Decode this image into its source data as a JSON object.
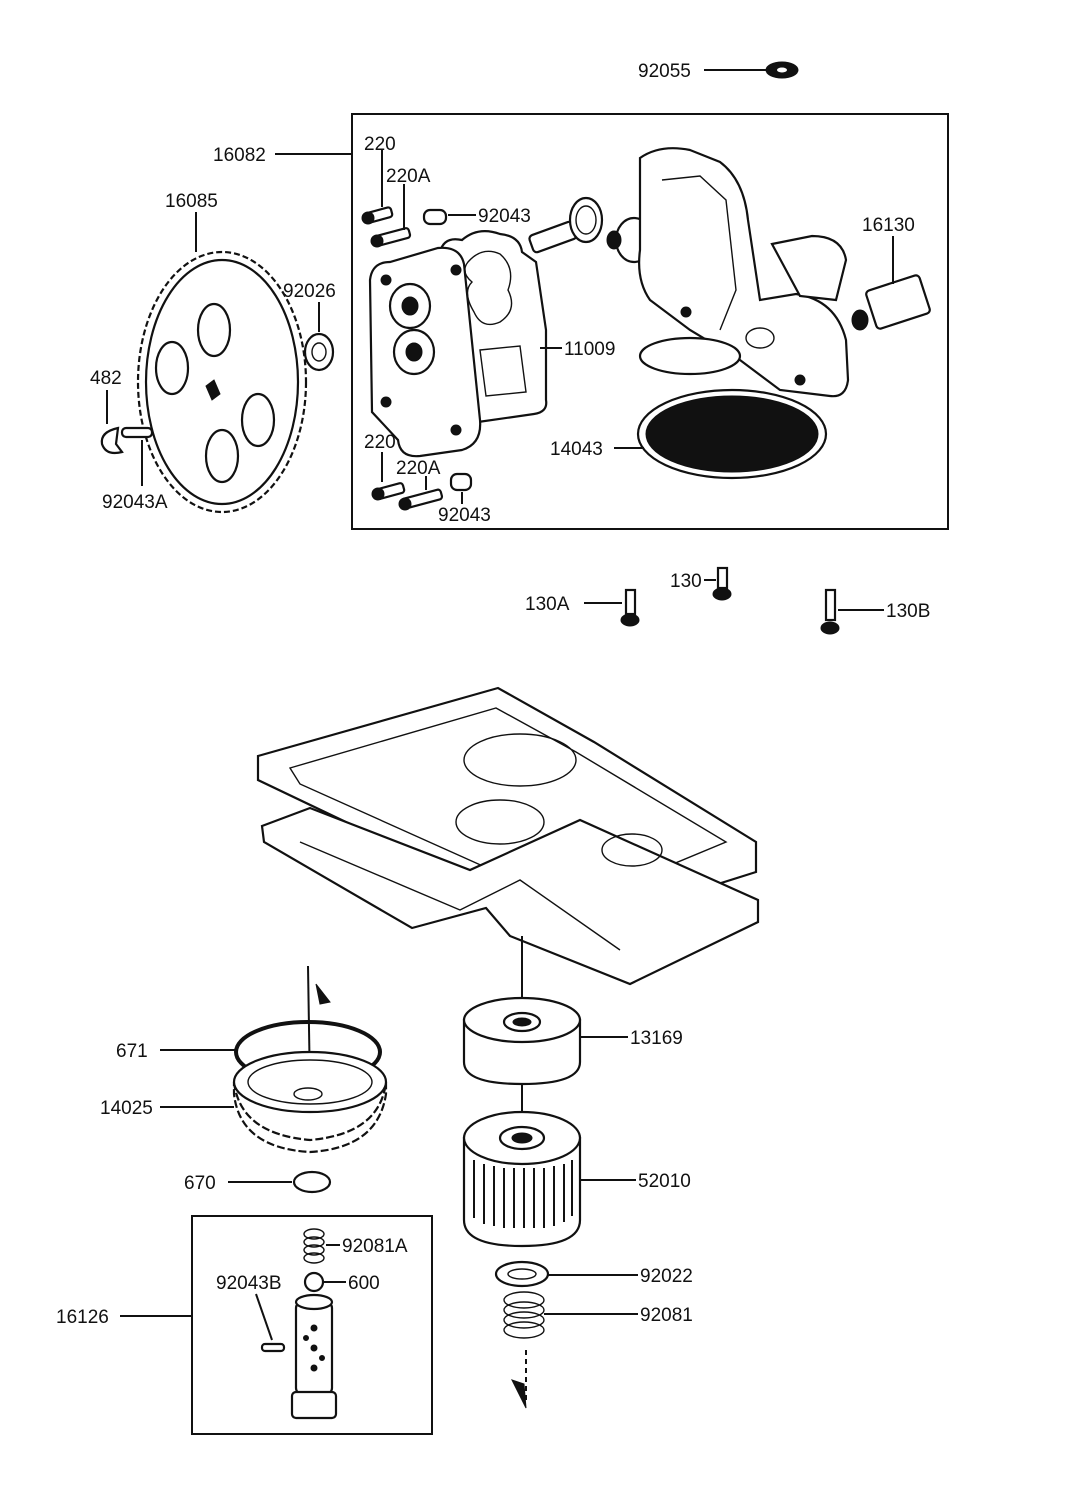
{
  "labels": {
    "p92055": "92055",
    "p16082": "16082",
    "p220_top": "220",
    "p220A_top": "220A",
    "p92043_top": "92043",
    "p16085": "16085",
    "p16130": "16130",
    "p92026": "92026",
    "p482": "482",
    "p11009": "11009",
    "p92043A": "92043A",
    "p14043": "14043",
    "p220_bot": "220",
    "p220A_bot": "220A",
    "p92043_bot": "92043",
    "p130": "130",
    "p130A": "130A",
    "p130B": "130B",
    "p671": "671",
    "p13169": "13169",
    "p14025": "14025",
    "p670": "670",
    "p52010": "52010",
    "p92081A": "92081A",
    "p92043B": "92043B",
    "p600": "600",
    "p92022": "92022",
    "p16126": "16126",
    "p92081": "92081"
  }
}
